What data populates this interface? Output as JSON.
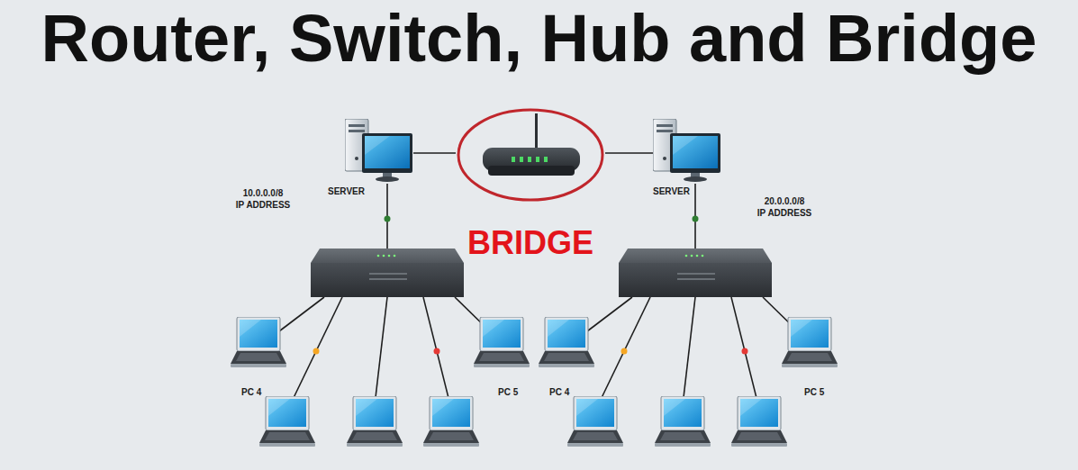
{
  "diagram": {
    "title": "Router, Switch, Hub and Bridge",
    "nodes": [
      {
        "text": [
          "SERVER"
        ]
      },
      {
        "text": [
          "BRIDGE"
        ]
      },
      {
        "text": [
          "SERVER"
        ]
      },
      {
        "text": [
          "PC 4"
        ]
      },
      {
        "text": [
          "PC 5"
        ]
      },
      {
        "text": [
          "PC 4"
        ]
      },
      {
        "text": [
          "PC 5"
        ]
      }
    ],
    "edges": [
      {
        "from": 0,
        "to": 1,
        "arrow": "none"
      },
      {
        "from": 1,
        "to": 2,
        "arrow": "none"
      }
    ],
    "labels": [
      "10.0.0.0/8",
      "IP ADDRESS",
      "20.0.0.0/8",
      "IP ADDRESS"
    ]
  }
}
